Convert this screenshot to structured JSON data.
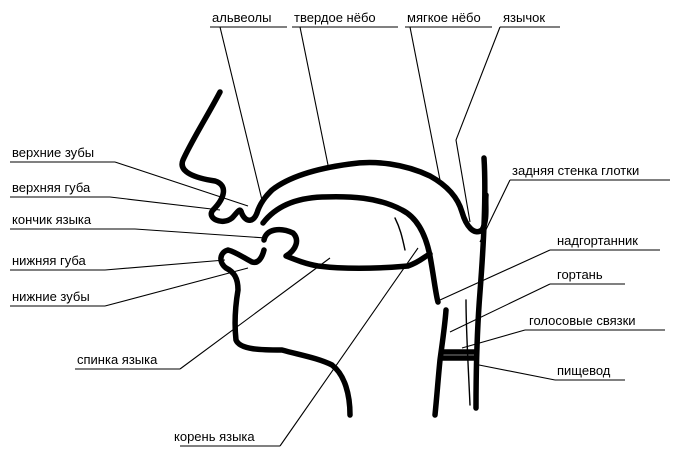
{
  "labels": {
    "alveoli": "альвеолы",
    "hard_palate": "твердое нёбо",
    "soft_palate": "мягкое нёбо",
    "uvula": "язычок",
    "upper_teeth": "верхние зубы",
    "upper_lip": "верхняя губа",
    "tongue_tip": "кончик языка",
    "lower_lip": "нижняя губа",
    "lower_teeth": "нижние зубы",
    "tongue_back": "спинка языка",
    "tongue_root": "корень языка",
    "pharynx_back_wall": "задняя стенка глотки",
    "epiglottis": "надгортанник",
    "larynx": "гортань",
    "vocal_cords": "голосовые связки",
    "esophagus": "пищевод"
  }
}
